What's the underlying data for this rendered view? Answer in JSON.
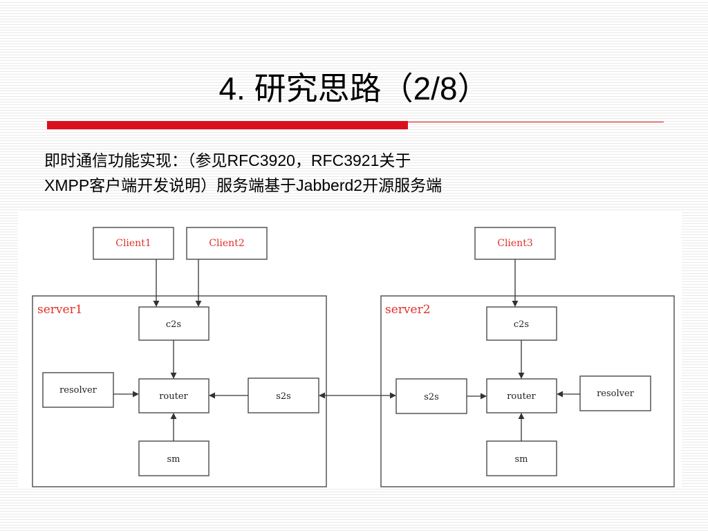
{
  "slide": {
    "title": "4. 研究思路（2/8）",
    "description_line1": "即时通信功能实现：（参见RFC3920，RFC3921关于",
    "description_line2": "XMPP客户端开发说明）服务端基于Jabberd2开源服务端"
  },
  "diagram": {
    "clients": [
      "Client1",
      "Client2",
      "Client3"
    ],
    "servers": [
      {
        "label": "server1",
        "components": {
          "c2s": "c2s",
          "router": "router",
          "resolver": "resolver",
          "s2s": "s2s",
          "sm": "sm"
        }
      },
      {
        "label": "server2",
        "components": {
          "c2s": "c2s",
          "router": "router",
          "resolver": "resolver",
          "s2s": "s2s",
          "sm": "sm"
        }
      }
    ],
    "colors": {
      "client_text": "#e0302a",
      "server_label": "#e0302a",
      "accent_rule": "#d9101c"
    }
  }
}
